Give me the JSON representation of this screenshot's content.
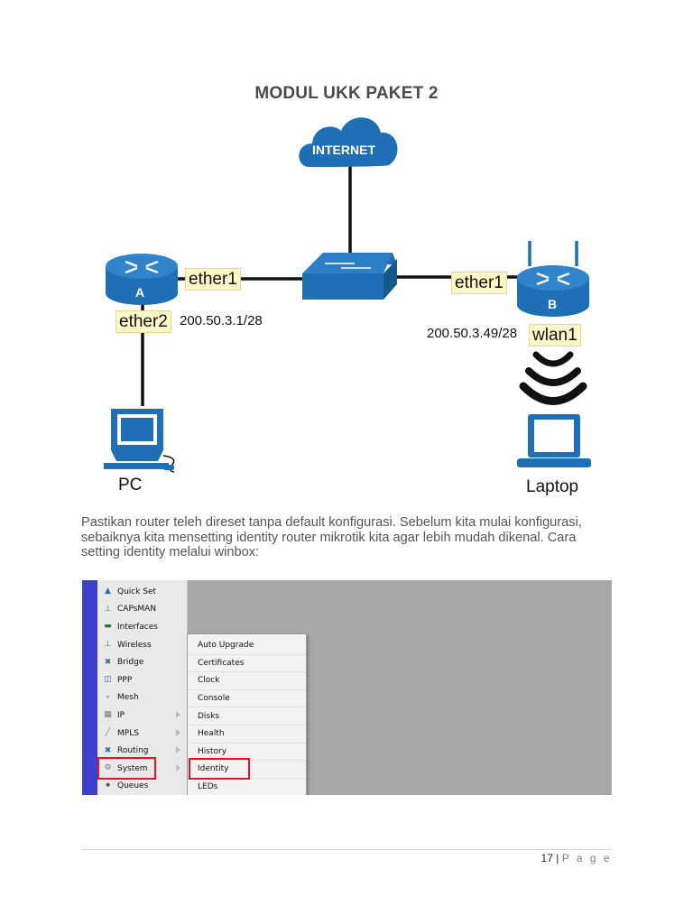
{
  "title": "MODUL UKK PAKET 2",
  "diagram": {
    "cloud_label": "INTERNET",
    "router_a_letter": "A",
    "router_b_letter": "B",
    "router_a_port_up": "ether1",
    "router_a_port_down": "ether2",
    "router_a_ip": "200.50.3.1/28",
    "router_b_port_up": "ether1",
    "router_b_port_down": "wlan1",
    "router_b_ip": "200.50.3.49/28",
    "pc_label": "PC",
    "laptop_label": "Laptop",
    "device_color": "#1e6fb5",
    "port_label_color": "#fbf7c6"
  },
  "paragraph": {
    "lines": [
      "Pastikan router teleh direset tanpa default konfigurasi. Sebelum kita mulai konfigurasi,",
      "sebaiknya kita mensetting identity router mikrotik kita agar lebih mudah dikenal. Cara",
      "setting identity melalui winbox:"
    ]
  },
  "winbox": {
    "menu": [
      {
        "label": "Quick Set",
        "icon": "quick-set-icon"
      },
      {
        "label": "CAPsMAN",
        "icon": "capsman-icon"
      },
      {
        "label": "Interfaces",
        "icon": "interfaces-icon"
      },
      {
        "label": "Wireless",
        "icon": "wireless-icon"
      },
      {
        "label": "Bridge",
        "icon": "bridge-icon"
      },
      {
        "label": "PPP",
        "icon": "ppp-icon"
      },
      {
        "label": "Mesh",
        "icon": "mesh-icon"
      },
      {
        "label": "IP",
        "icon": "ip-icon"
      },
      {
        "label": "MPLS",
        "icon": "mpls-icon"
      },
      {
        "label": "Routing",
        "icon": "routing-icon"
      },
      {
        "label": "System",
        "icon": "system-icon"
      },
      {
        "label": "Queues",
        "icon": "queues-icon"
      }
    ],
    "submenu": [
      "Auto Upgrade",
      "Certificates",
      "Clock",
      "Console",
      "Disks",
      "Health",
      "History",
      "Identity",
      "LEDs"
    ],
    "highlight_color": "#e8141b",
    "highlighted_menu_item": "System",
    "highlighted_submenu_item": "Identity"
  },
  "footer": {
    "page_number": "17",
    "separator": "|",
    "page_word": "P a g e"
  }
}
